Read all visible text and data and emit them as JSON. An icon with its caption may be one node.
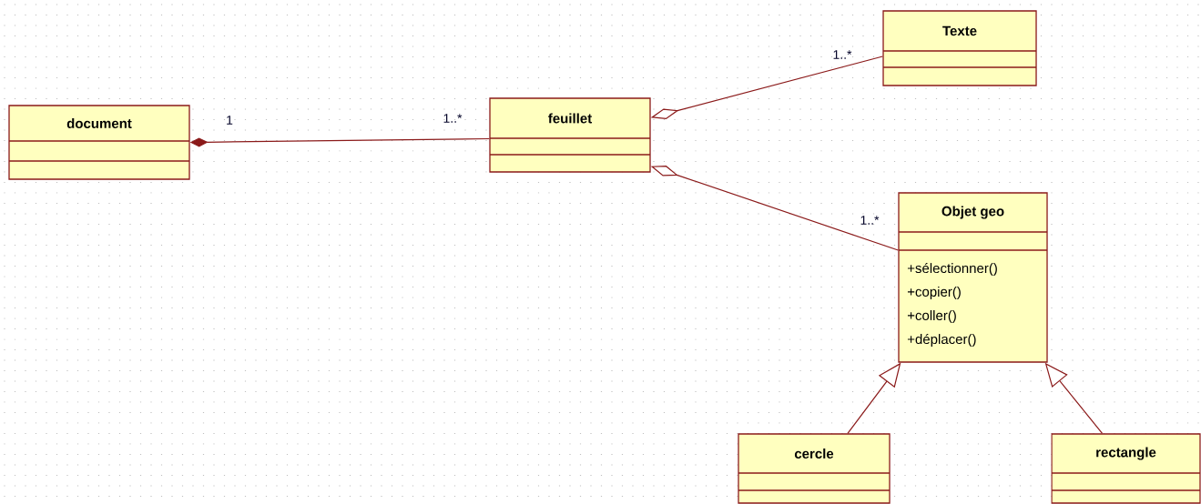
{
  "diagram": {
    "nodes": [
      {
        "text": [
          "document"
        ]
      },
      {
        "text": [
          "feuillet"
        ]
      },
      {
        "text": [
          "Texte"
        ]
      },
      {
        "text": [
          "Objet geo",
          "+sélectionner()",
          "+copier()",
          "+coller()",
          "+déplacer()"
        ]
      },
      {
        "text": [
          "cercle"
        ]
      },
      {
        "text": [
          "rectangle"
        ]
      }
    ],
    "edges": [
      {
        "from": 0,
        "to": 1,
        "arrow": "other"
      },
      {
        "from": 1,
        "to": 2,
        "arrow": "other"
      },
      {
        "from": 1,
        "to": 3,
        "arrow": "other"
      },
      {
        "from": 4,
        "to": 3,
        "arrow": "to"
      },
      {
        "from": 5,
        "to": 3,
        "arrow": "to"
      }
    ],
    "labels": [
      "1..*",
      "1",
      "1..*",
      "1..*"
    ]
  }
}
